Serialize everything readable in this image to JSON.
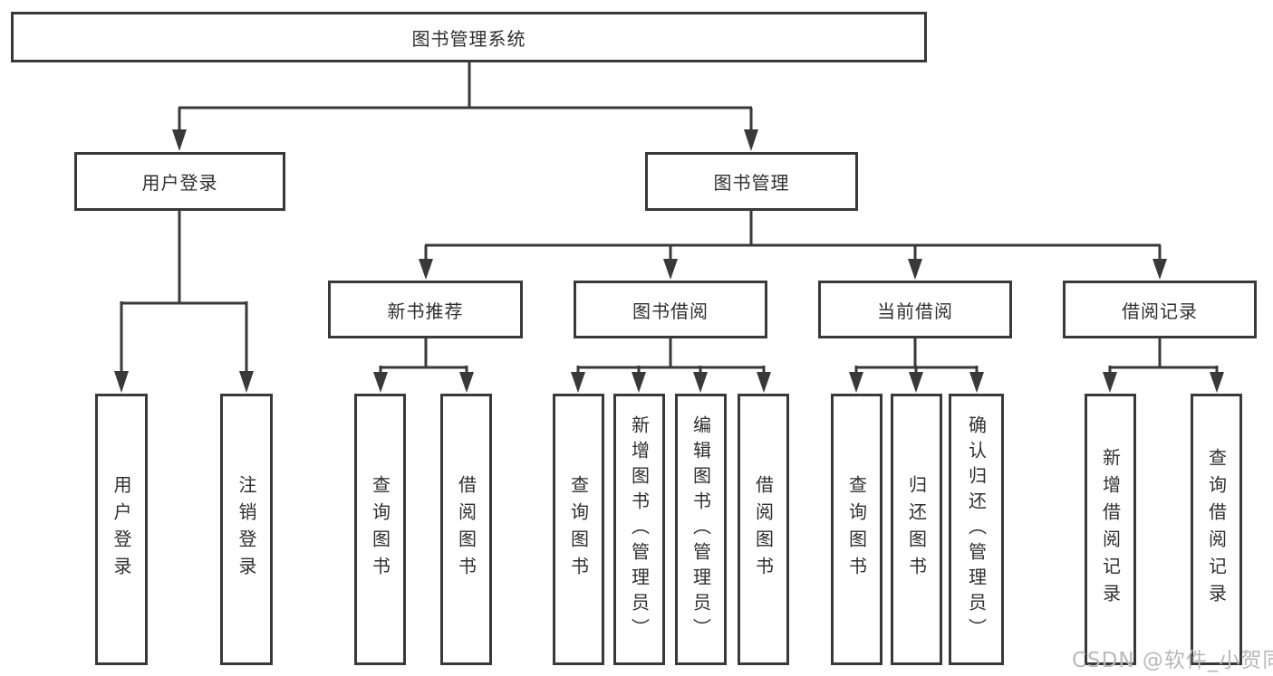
{
  "diagram": {
    "title": "图书管理系统",
    "root": {
      "label": "图书管理系统",
      "children": [
        {
          "label": "用户登录",
          "children": [
            {
              "label": "用户登录"
            },
            {
              "label": "注销登录"
            }
          ]
        },
        {
          "label": "图书管理",
          "children": [
            {
              "label": "新书推荐",
              "children": [
                {
                  "label": "查询图书"
                },
                {
                  "label": "借阅图书"
                }
              ]
            },
            {
              "label": "图书借阅",
              "children": [
                {
                  "label": "查询图书"
                },
                {
                  "label": "新增图书（管理员）"
                },
                {
                  "label": "编辑图书（管理员）"
                },
                {
                  "label": "借阅图书"
                }
              ]
            },
            {
              "label": "当前借阅",
              "children": [
                {
                  "label": "查询图书"
                },
                {
                  "label": "归还图书"
                },
                {
                  "label": "确认归还（管理员）"
                }
              ]
            },
            {
              "label": "借阅记录",
              "children": [
                {
                  "label": "新增借阅记录"
                },
                {
                  "label": "查询借阅记录"
                }
              ]
            }
          ]
        }
      ]
    },
    "watermark": "CSDN @软件_小贺同学",
    "colors": {
      "line": "#393939",
      "text": "#2f2f2f",
      "background": "#ffffff",
      "watermark": "#b9b9b9"
    }
  }
}
